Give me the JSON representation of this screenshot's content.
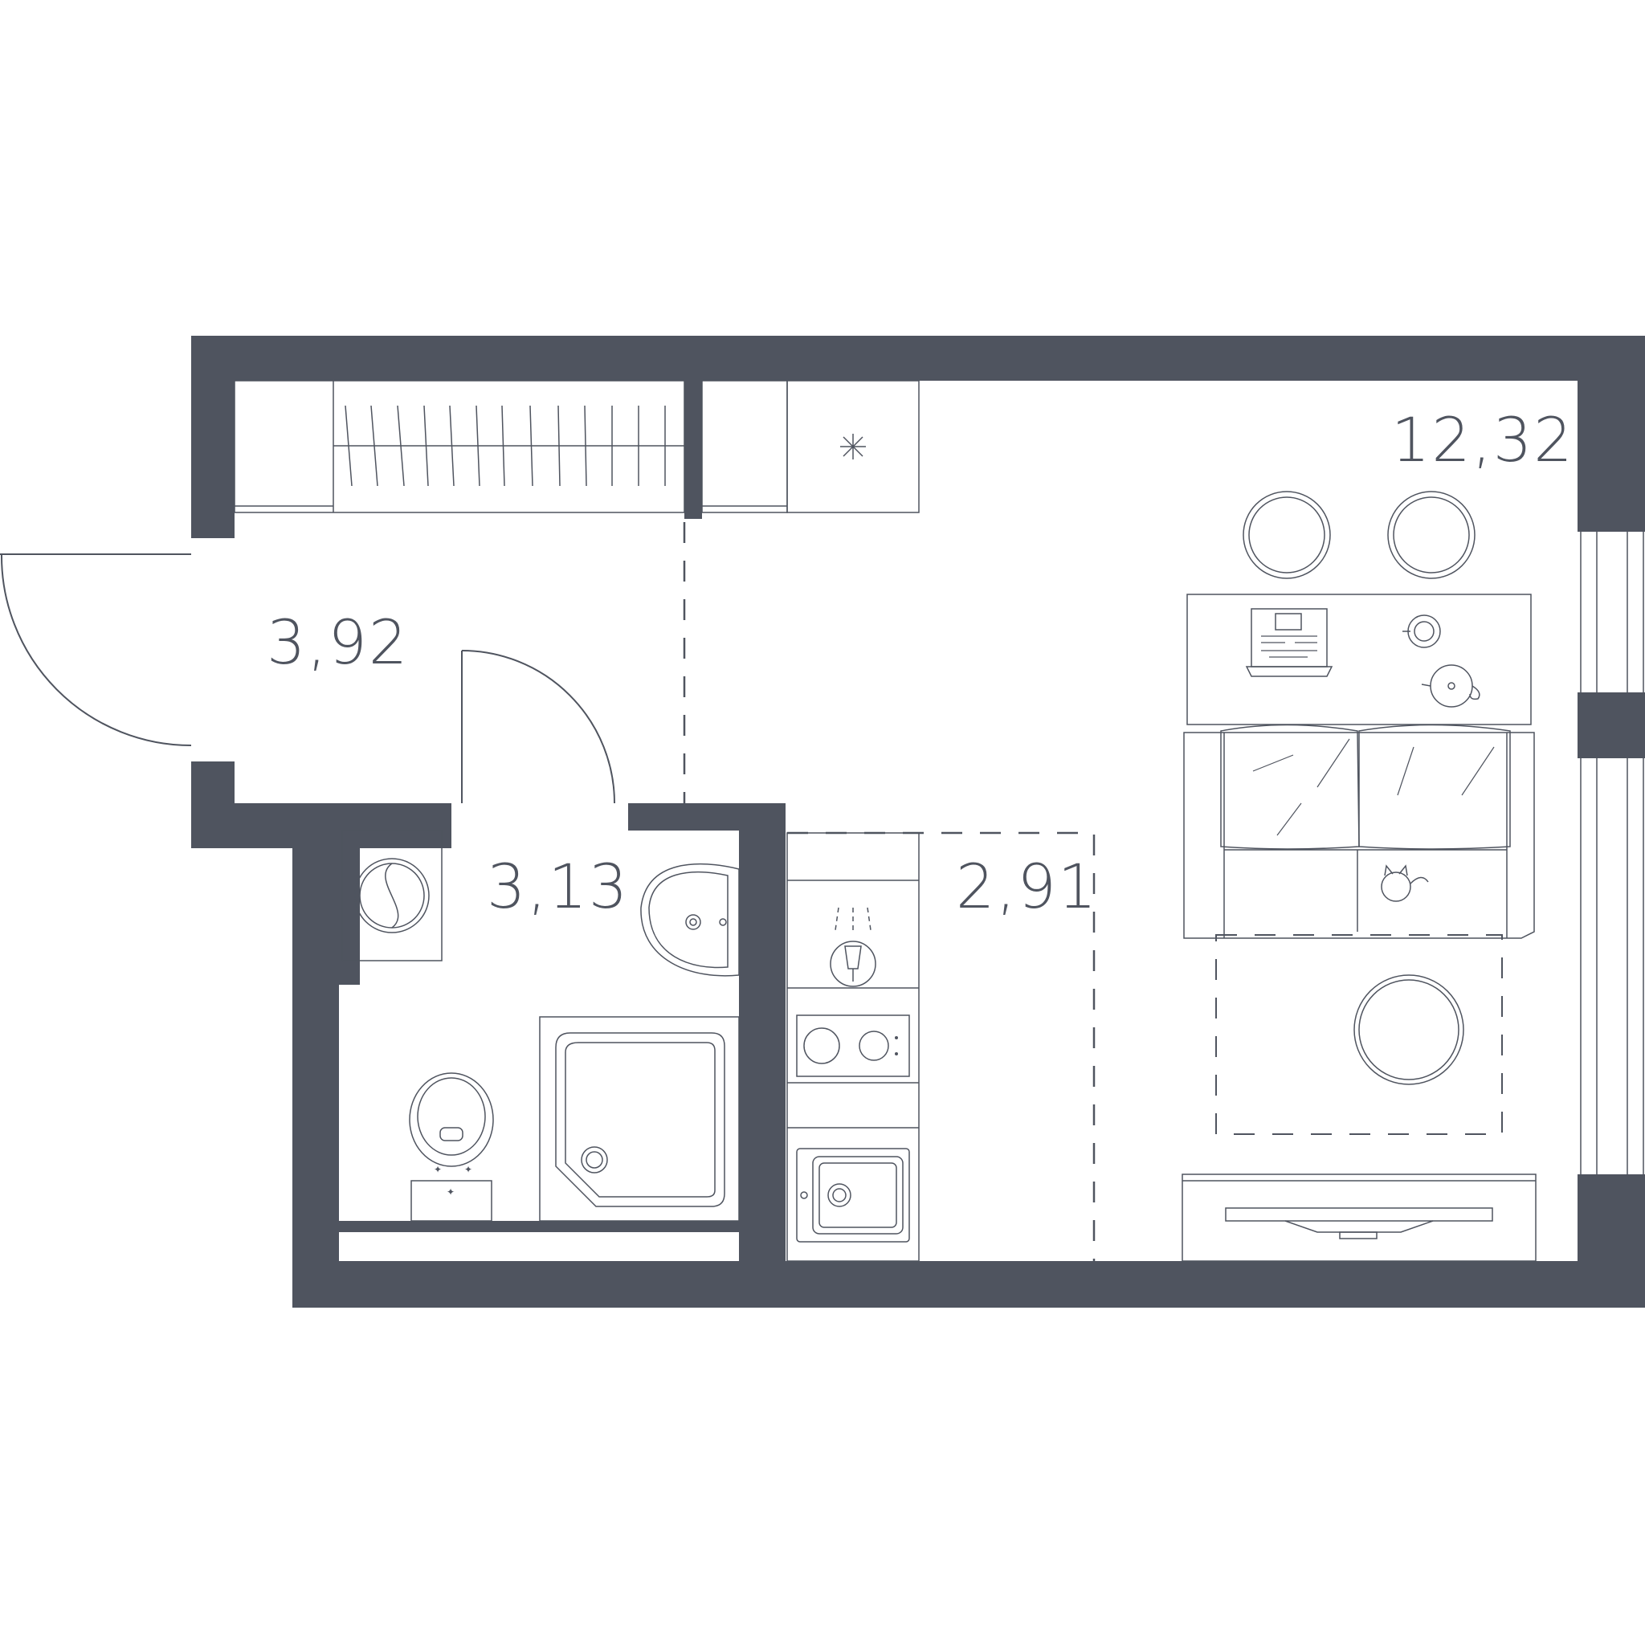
{
  "colors": {
    "wall": "#4f545f",
    "line": "#4f545f",
    "background": "#ffffff"
  },
  "rooms": [
    {
      "id": "living",
      "area": "12,32"
    },
    {
      "id": "hall",
      "area": "3,92"
    },
    {
      "id": "bathroom",
      "area": "3,13"
    },
    {
      "id": "kitchen",
      "area": "2,91"
    }
  ],
  "icons": [
    "wardrobe-icon",
    "electric-panel-icon",
    "washing-machine-icon",
    "sink-icon",
    "toilet-icon",
    "shower-tray-icon",
    "stove-icon",
    "kitchen-sink-icon",
    "sofa-icon",
    "desk-icon",
    "chair-icon",
    "laptop-icon",
    "coffee-cup-icon",
    "teapot-icon",
    "coffee-table-icon",
    "tv-stand-icon",
    "cat-icon",
    "window-icon",
    "door-icon"
  ]
}
